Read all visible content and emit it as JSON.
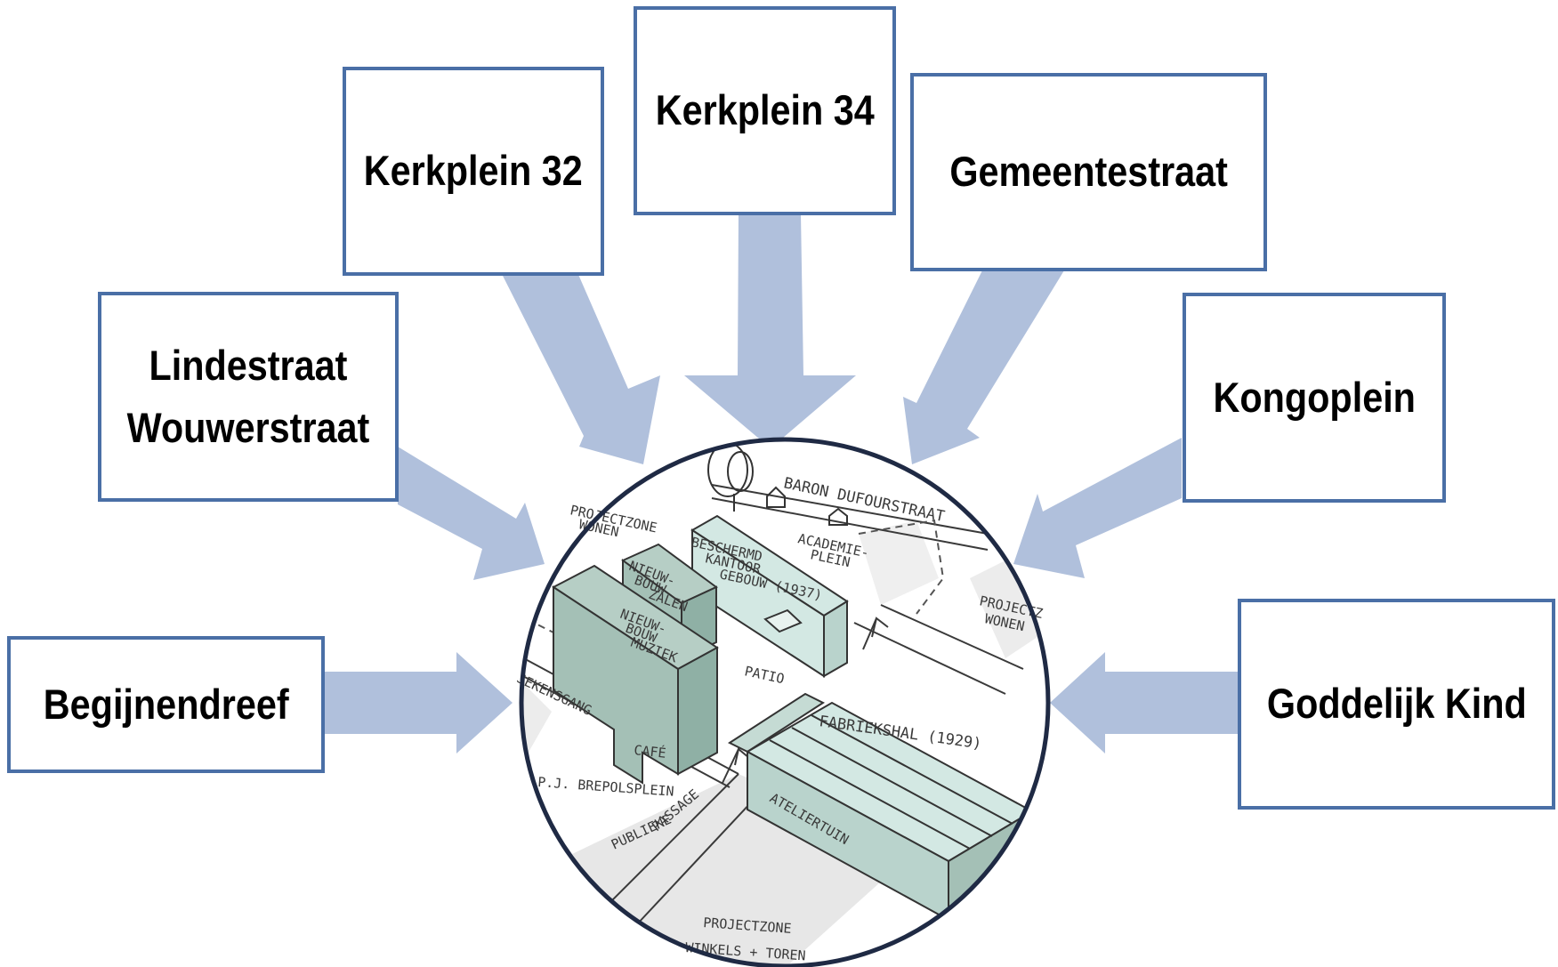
{
  "colors": {
    "arrow": "#b0c0dc",
    "box_border": "#4a6fa6",
    "building_dark": "#a4c0b6",
    "building_light": "#d3e8e3",
    "ink": "#333333",
    "ground": "#e7e7e7",
    "circle_border": "#1f2a44"
  },
  "nodes": {
    "kerkplein32": "Kerkplein 32",
    "kerkplein34": "Kerkplein 34",
    "gemeentestraat": "Gemeentestraat",
    "lindestraat": "Lindestraat\nWouwerstraat",
    "kongoplein": "Kongoplein",
    "begijnendreef": "Begijnendreef",
    "goddelijk_kind": "Goddelijk Kind"
  },
  "sketch": {
    "baron": "BARON DUFOURSTRAAT",
    "projectzone_top": "PROJECTZONE",
    "wonen_top": "WONEN",
    "beschermd1": "BESCHERMD",
    "beschermd2": "KANTOOR",
    "beschermd3": "GEBOUW (1937)",
    "academie1": "ACADEMIE-",
    "academie2": "PLEIN",
    "nieuwbouw_zalen1": "NIEUW-",
    "nieuwbouw_zalen2": "BOUW",
    "nieuwbouw_zalen3": "ZALEN",
    "nieuwbouw_muziek1": "NIEUW-",
    "nieuwbouw_muziek2": "BOUW",
    "nieuwbouw_muziek3": "MUZIEK",
    "projectz_right": "PROJECTZ",
    "wonen_right": "WONEN",
    "patio": "PATIO",
    "jekensgang": "JEKENSGANG",
    "fabriekshal": "FABRIEKSHAL (1929)",
    "cafe": "CAFÉ",
    "brepols": "P.J. BREPOLSPLEIN",
    "publieke": "PUBLIEKE",
    "passage": "PASSAGE",
    "ateliertuin": "ATELIERTUIN",
    "projectzone_bottom": "PROJECTZONE",
    "winkels": "WINKELS + TOREN"
  }
}
